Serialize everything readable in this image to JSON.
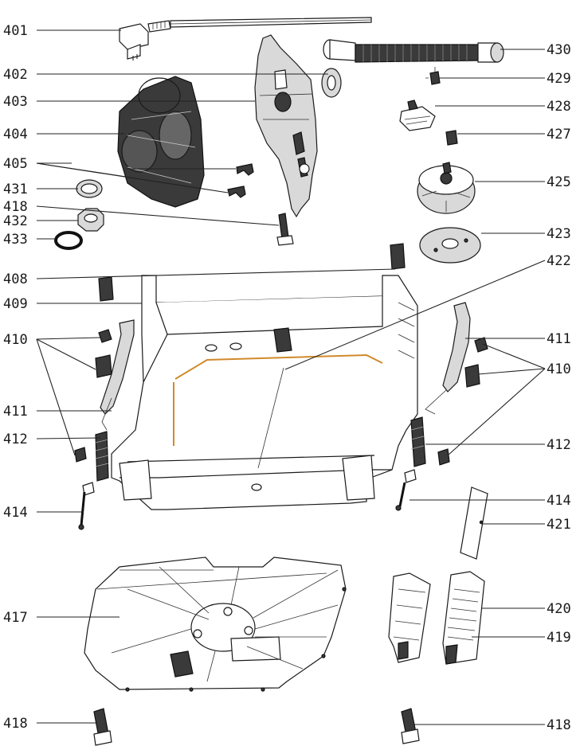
{
  "diagram": {
    "parts": [
      {
        "id": "401",
        "side": "left"
      },
      {
        "id": "402",
        "side": "left"
      },
      {
        "id": "403",
        "side": "left"
      },
      {
        "id": "404",
        "side": "left"
      },
      {
        "id": "405",
        "side": "left"
      },
      {
        "id": "431",
        "side": "left"
      },
      {
        "id": "418",
        "side": "left"
      },
      {
        "id": "432",
        "side": "left"
      },
      {
        "id": "433",
        "side": "left"
      },
      {
        "id": "408",
        "side": "left"
      },
      {
        "id": "409",
        "side": "left"
      },
      {
        "id": "410",
        "side": "left"
      },
      {
        "id": "411",
        "side": "left"
      },
      {
        "id": "412",
        "side": "left"
      },
      {
        "id": "414",
        "side": "left"
      },
      {
        "id": "417",
        "side": "left"
      },
      {
        "id": "418",
        "side": "left-bottom"
      },
      {
        "id": "430",
        "side": "right"
      },
      {
        "id": "429",
        "side": "right"
      },
      {
        "id": "428",
        "side": "right"
      },
      {
        "id": "427",
        "side": "right"
      },
      {
        "id": "425",
        "side": "right"
      },
      {
        "id": "423",
        "side": "right"
      },
      {
        "id": "422",
        "side": "right"
      },
      {
        "id": "411",
        "side": "right"
      },
      {
        "id": "410",
        "side": "right"
      },
      {
        "id": "412",
        "side": "right"
      },
      {
        "id": "414",
        "side": "right"
      },
      {
        "id": "421",
        "side": "right"
      },
      {
        "id": "420",
        "side": "right"
      },
      {
        "id": "419",
        "side": "right"
      },
      {
        "id": "418",
        "side": "right-bottom"
      }
    ]
  }
}
